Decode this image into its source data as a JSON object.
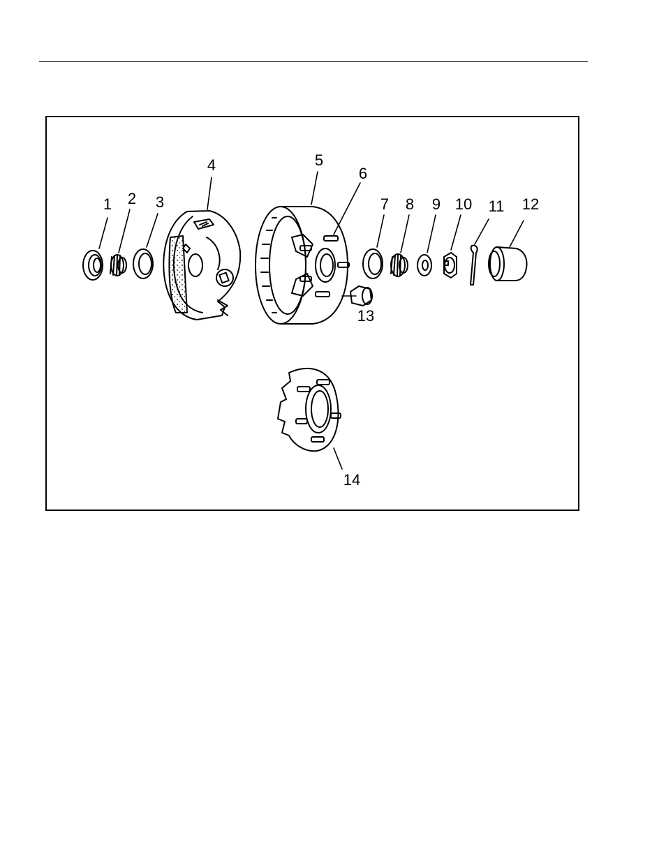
{
  "figure": {
    "callouts": [
      "1",
      "2",
      "3",
      "4",
      "5",
      "6",
      "7",
      "8",
      "9",
      "10",
      "11",
      "12",
      "13",
      "14"
    ]
  }
}
